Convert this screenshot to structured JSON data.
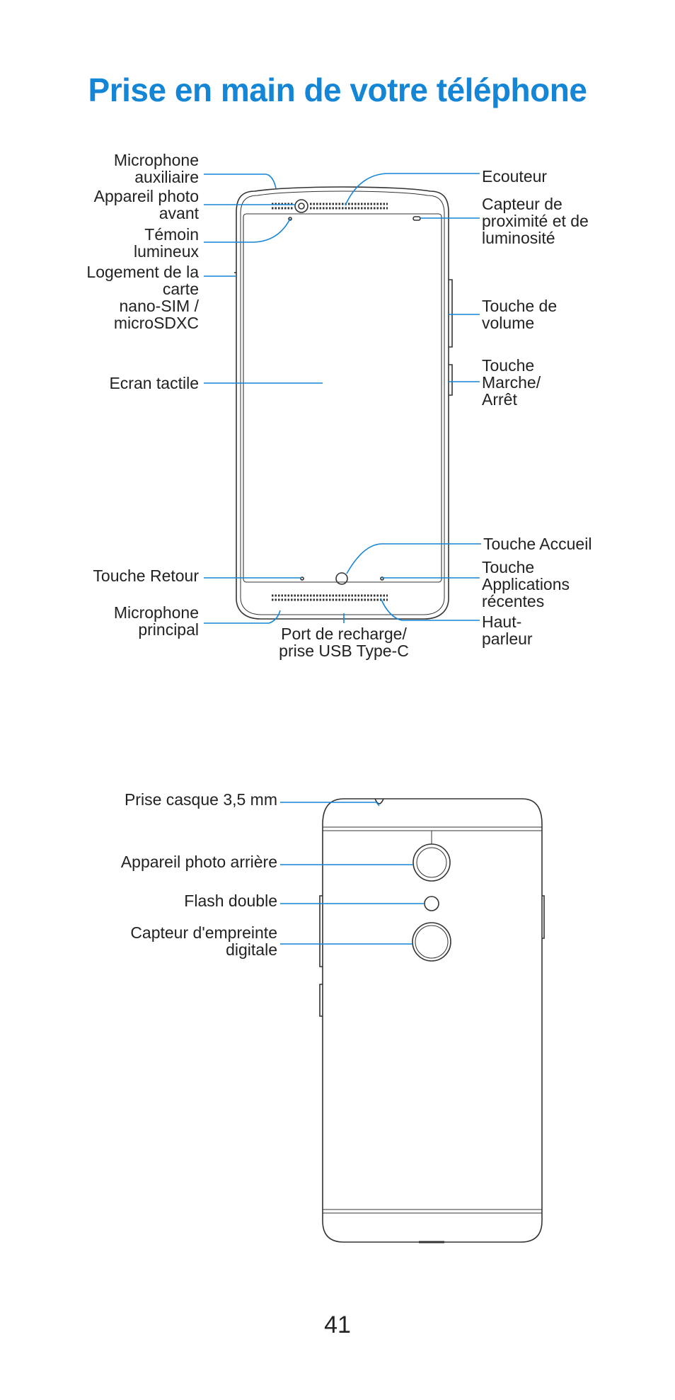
{
  "title": "Prise en main de votre téléphone",
  "front_labels": {
    "aux_mic": "Microphone\nauxiliaire",
    "front_camera": "Appareil photo\navant",
    "indicator": "Témoin\nlumineux",
    "sim_slot": "Logement de la\ncarte\nnano-SIM /\nmicroSDXC",
    "touchscreen": "Ecran tactile",
    "back_key": "Touche Retour",
    "main_mic": "Microphone\nprincipal",
    "earpiece": "Ecouteur",
    "proximity": "Capteur de\nproximité et de\nluminosité",
    "volume": "Touche de\nvolume",
    "power": "Touche\nMarche/\nArrêt",
    "home_key": "Touche Accueil",
    "recent_apps": "Touche\nApplications\nrécentes",
    "speaker": "Haut-\nparleur",
    "charging_port": "Port de recharge/\nprise USB Type-C"
  },
  "back_labels": {
    "headset_jack": "Prise casque 3,5 mm",
    "rear_camera": "Appareil photo arrière",
    "dual_flash": "Flash double",
    "fingerprint": "Capteur d'empreinte\ndigitale"
  },
  "colors": {
    "accent": "#1585d6",
    "callout": "#1585d6",
    "outline": "#333333",
    "text": "#222222"
  },
  "page_number": "41"
}
